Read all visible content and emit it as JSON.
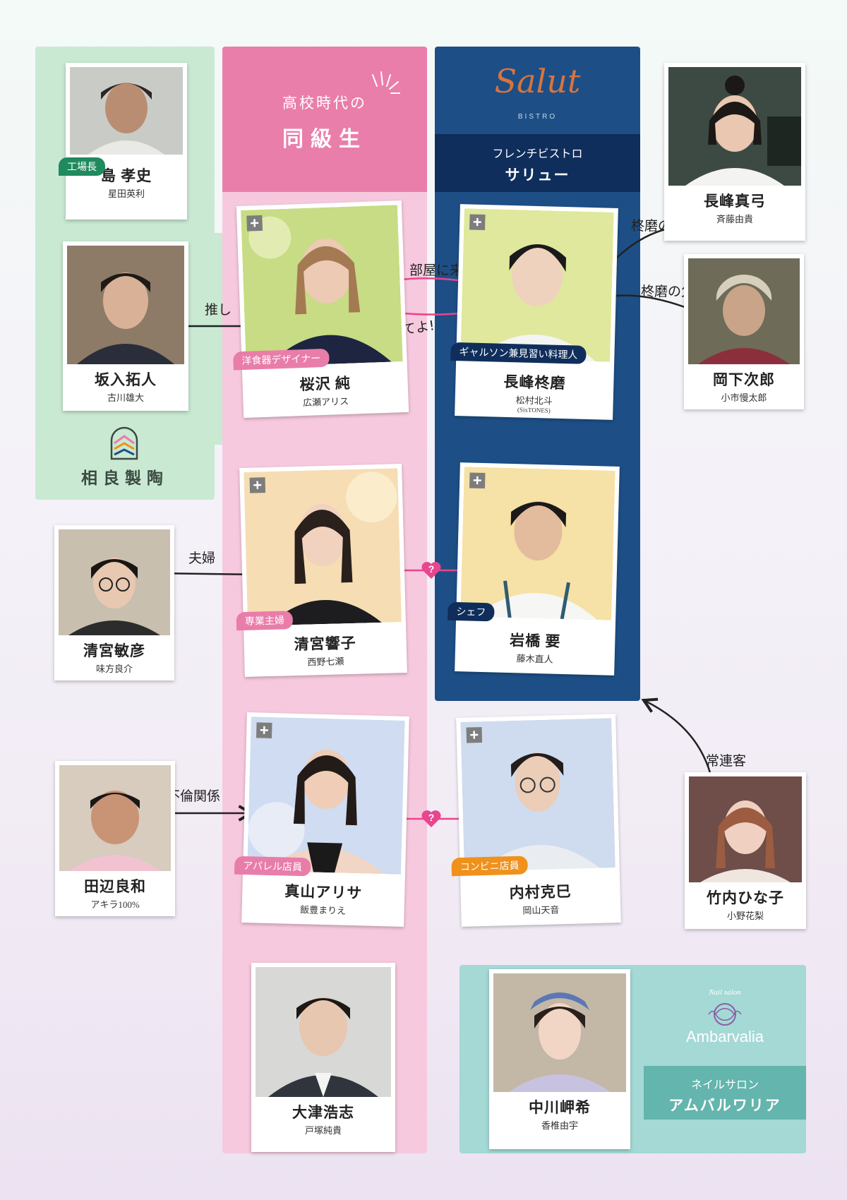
{
  "groups": {
    "classmates": {
      "line1": "高校時代の",
      "line2": "同級生"
    },
    "bistro": {
      "logo": "Salut",
      "logo_sub": "BISTRO",
      "line1": "フレンチビストロ",
      "line2": "サリュー"
    },
    "sagara": {
      "name": "相良製陶"
    },
    "nail": {
      "logo_small": "Nail salon",
      "logo": "Ambarvalia",
      "line1": "ネイルサロン",
      "line2": "アムバルワリア"
    }
  },
  "characters": {
    "shima": {
      "name": "島 孝史",
      "actor": "星田英利",
      "tag": "工場長"
    },
    "sakairi": {
      "name": "坂入拓人",
      "actor": "古川雄大"
    },
    "sakurazawa": {
      "name": "桜沢 純",
      "actor": "広瀬アリス",
      "tag": "洋食器デザイナー"
    },
    "nagamine_toma": {
      "name": "長峰柊磨",
      "actor": "松村北斗",
      "actor_sub": "(SixTONES)",
      "tag": "ギャルソン兼見習い料理人"
    },
    "nagamine_mayumi": {
      "name": "長峰真弓",
      "actor": "斉藤由貴"
    },
    "okashita": {
      "name": "岡下次郎",
      "actor": "小市慢太郎"
    },
    "kiyomiya_toshihiko": {
      "name": "清宮敏彦",
      "actor": "味方良介"
    },
    "kiyomiya_kyoko": {
      "name": "清宮響子",
      "actor": "西野七瀬",
      "tag": "専業主婦"
    },
    "iwahashi": {
      "name": "岩橋 要",
      "actor": "藤木直人",
      "tag": "シェフ"
    },
    "tanabe": {
      "name": "田辺良和",
      "actor": "アキラ100%"
    },
    "mayama": {
      "name": "真山アリサ",
      "actor": "飯豊まりえ",
      "tag": "アパレル店員"
    },
    "uchimura": {
      "name": "内村克巳",
      "actor": "岡山天音",
      "tag": "コンビニ店員"
    },
    "takeuchi": {
      "name": "竹内ひな子",
      "actor": "小野花梨"
    },
    "otsu": {
      "name": "大津浩志",
      "actor": "戸塚純貴"
    },
    "nakagawa": {
      "name": "中川岬希",
      "actor": "香椎由宇"
    }
  },
  "relations": {
    "heya": "部屋に来る?",
    "yamete": "やめてよ!",
    "oshi": "推し",
    "haha": "柊磨の母",
    "chichi": "柊磨の父",
    "fuufu": "夫婦",
    "furin": "不倫関係",
    "joren": "常連客",
    "question": "?"
  },
  "colors": {
    "green_panel": "#c9e9d3",
    "pink_panel": "#f7c9de",
    "pink_head": "#ea7eaa",
    "navy_panel": "#1d4f86",
    "teal_panel": "#a5d9d6",
    "heart": "#e8468e"
  }
}
